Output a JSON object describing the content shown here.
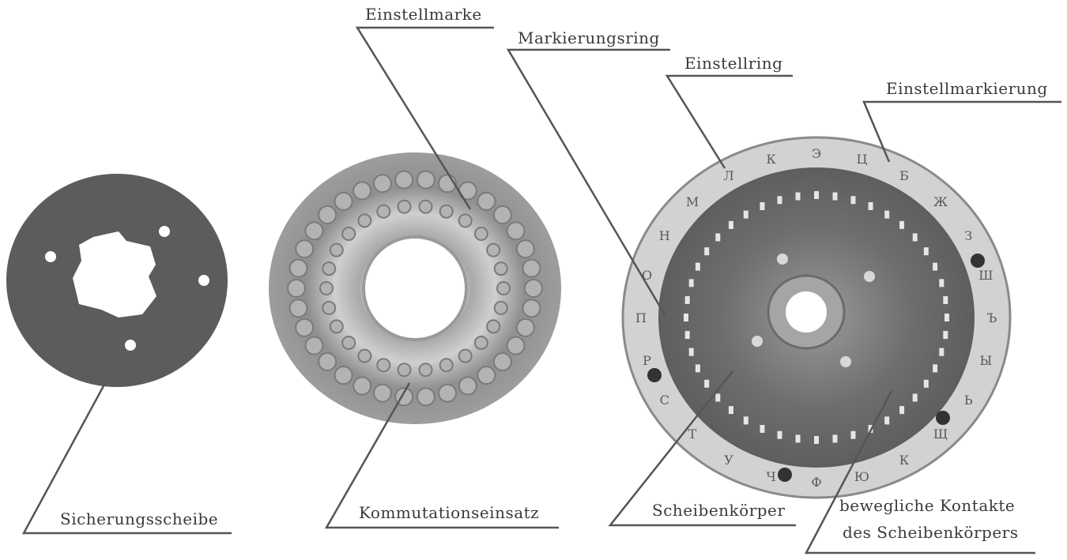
{
  "labels": {
    "einstellmarke": "Einstellmarke",
    "markierungsring": "Markierungsring",
    "einstellring": "Einstellring",
    "einstellmarkierung": "Einstellmarkierung",
    "sicherungsscheibe": "Sicherungsscheibe",
    "kommutationseinsatz": "Kommutationseinsatz",
    "scheibenkoerper": "Scheibenkörper",
    "bewegliche_kontakte_line1": "bewegliche Kontakte",
    "bewegliche_kontakte_line2": "des Scheibenkörpers"
  },
  "rotor_ring_letters": [
    "Э",
    "Ц",
    "Б",
    "Ж",
    "З",
    "Ш",
    "Ъ",
    "Ы",
    "Ь",
    "Щ",
    "К",
    "Ю",
    "Ф",
    "Ч",
    "У",
    "Т",
    "С",
    "Р",
    "П",
    "О",
    "Н",
    "М",
    "Л",
    "К"
  ],
  "colors": {
    "background": "#ffffff",
    "ink": "#3a3a3a",
    "leader_line": "#555555",
    "disc_dark": "#5a5a5a",
    "disc_mid": "#8c8c8c",
    "disc_light": "#bdbdbd"
  }
}
